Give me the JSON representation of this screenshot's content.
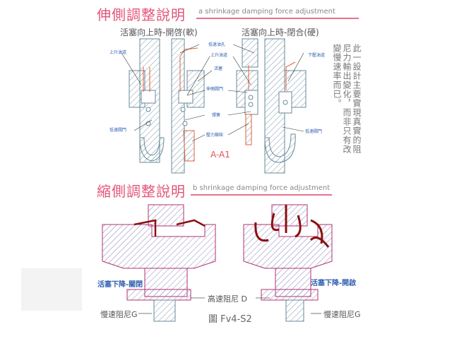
{
  "section_a": {
    "title": "伸側調整說明",
    "subtitle": "a shrinkage damping force adjustment",
    "left_heading": "活塞向上時-開啓(軟)",
    "right_heading": "活塞向上時-閉合(硬)",
    "labels": {
      "low_speed_port": "低速油孔",
      "up_channel_left": "上升油道",
      "up_channel_right": "上升油道",
      "down_channel": "下壓油道",
      "piston": "活塞",
      "rebound_valve": "伸側閥門",
      "spring": "彈簧",
      "low_speed_valve_left": "低速閥門",
      "low_speed_valve_right": "低速閥門",
      "pressure_knob": "壓力鎖鈕"
    },
    "figure_label": "A-A1",
    "note_columns": [
      "此一設計主要實現真實的阻",
      "尼力輸出變化，而非只有改",
      "變慢速率而已。"
    ]
  },
  "section_b": {
    "title": "縮側調整說明",
    "subtitle": "b shrinkage damping force adjustment",
    "left_state": "活塞下降-關閉",
    "right_state": "活塞下降-開啟",
    "high_speed": "高速阻尼 D",
    "slow_left": "慢速阻尼G",
    "slow_right": "慢速阻尼G",
    "figure_label": "圖 Fv4-S2"
  },
  "colors": {
    "accent": "#e2547a",
    "label_blue": "#2f5fb0",
    "hatch": "#6a8a9a",
    "oil": "#e0603a",
    "marker": "#8a1010"
  }
}
